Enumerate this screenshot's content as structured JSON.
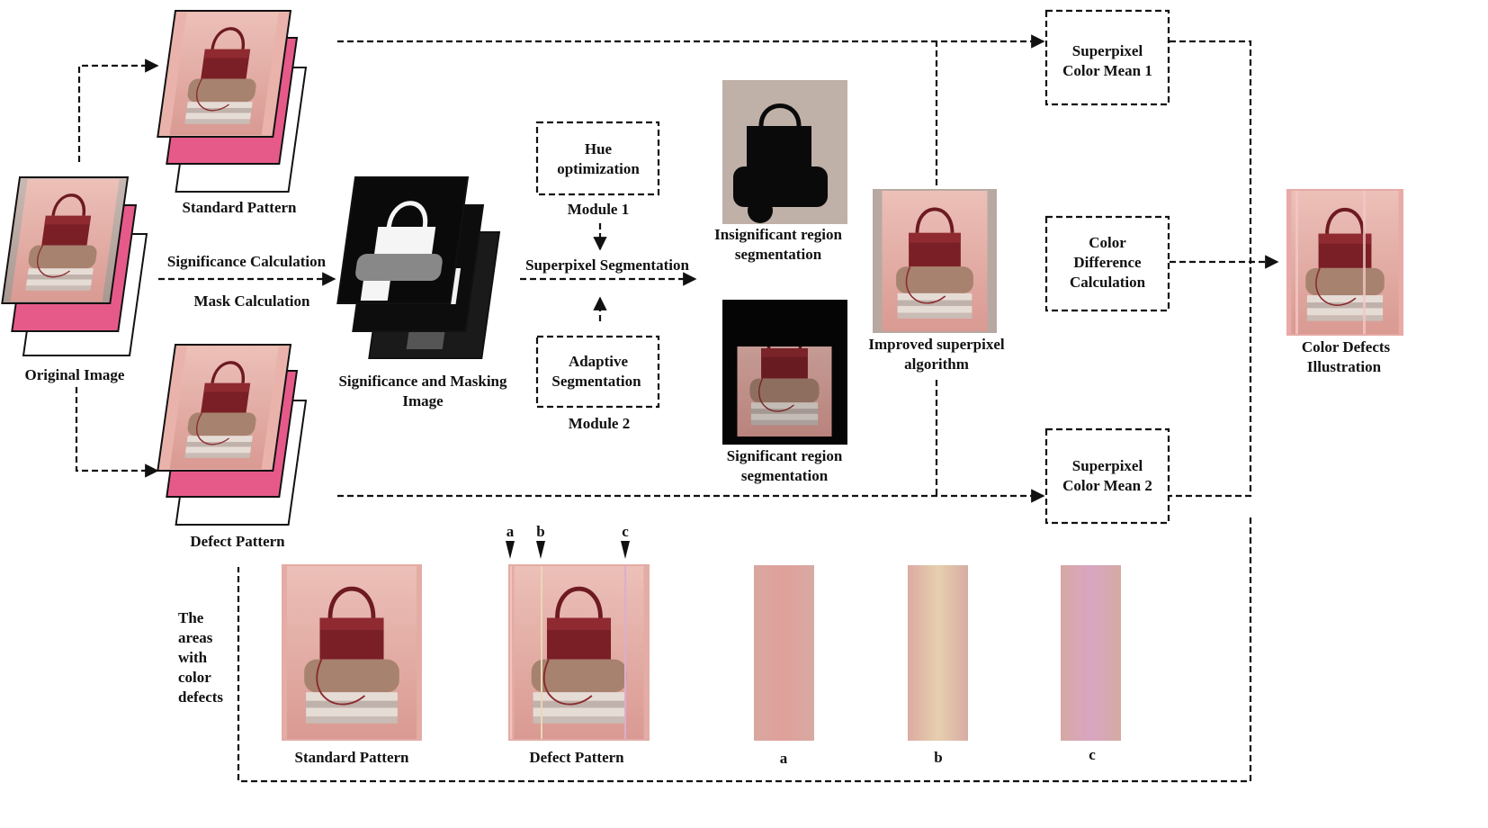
{
  "labels": {
    "original_image": "Original Image",
    "standard_pattern": "Standard Pattern",
    "defect_pattern": "Defect Pattern",
    "significance_calc": "Significance Calculation",
    "mask_calc": "Mask Calculation",
    "sig_mask_image_1": "Significance and Masking",
    "sig_mask_image_2": "Image",
    "module1": "Module 1",
    "module2": "Module 2",
    "superpixel_seg": "Superpixel Segmentation",
    "insig_1": "Insignificant region",
    "insig_2": "segmentation",
    "sig_1": "Significant region",
    "sig_2": "segmentation",
    "improved_1": "Improved superpixel",
    "improved_2": "algorithm",
    "color_defects_1": "Color Defects",
    "color_defects_2": "Illustration",
    "bottom_standard": "Standard Pattern",
    "bottom_defect": "Defect Pattern",
    "strip_a": "a",
    "strip_b": "b",
    "strip_c": "c",
    "marker_a": "a",
    "marker_b": "b",
    "marker_c": "c",
    "areas_1": "The",
    "areas_2": "areas",
    "areas_3": "with",
    "areas_4": "color",
    "areas_5": "defects"
  },
  "boxes": {
    "hue_1": "Hue",
    "hue_2": "optimization",
    "adaptive_1": "Adaptive",
    "adaptive_2": "Segmentation",
    "mean1_1": "Superpixel",
    "mean1_2": "Color Mean 1",
    "diff_1": "Color",
    "diff_2": "Difference",
    "diff_3": "Calculation",
    "mean2_1": "Superpixel",
    "mean2_2": "Color Mean 2"
  },
  "colors": {
    "pink_bg": "#e9b3ac",
    "handbag": "#7a1f26",
    "cloth": "#a7826f",
    "hot_pink": "#e65a8a"
  }
}
